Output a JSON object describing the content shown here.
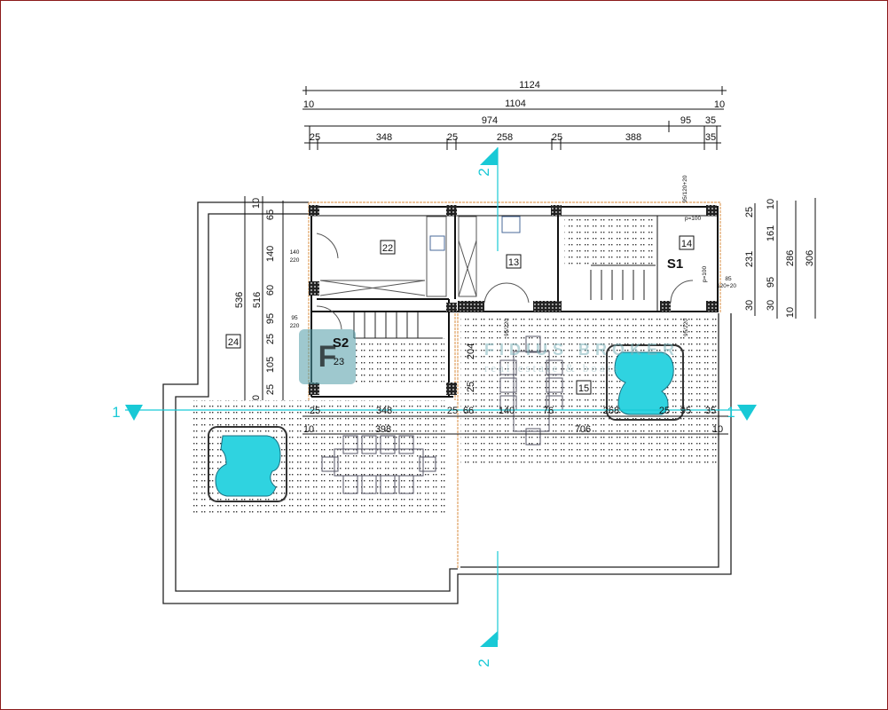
{
  "colors": {
    "frame": "#8b1a1a",
    "section_line": "#19c9d6",
    "pool": "#2fd3e0",
    "outline": "#e0a060",
    "wall": "#111111"
  },
  "dimensions": {
    "top": [
      "1124",
      "10",
      "1104",
      "10",
      "974",
      "95",
      "35",
      "25",
      "348",
      "25",
      "258",
      "25",
      "388",
      "35"
    ],
    "left": [
      "536",
      "516",
      "10",
      "65",
      "140",
      "60",
      "95",
      "25",
      "105",
      "25",
      "0"
    ],
    "right": [
      "25",
      "231",
      "30",
      "10",
      "161",
      "95",
      "30",
      "10",
      "286",
      "306"
    ],
    "bottom": [
      "25",
      "348",
      "25",
      "66",
      "140",
      "76",
      "268",
      "25",
      "95",
      "35",
      "10",
      "398",
      "706",
      "10"
    ],
    "inner": [
      "204",
      "25"
    ]
  },
  "door_labels": {
    "d1_w": "140",
    "d1_h": "220",
    "d2_w": "95",
    "d2_h": "220",
    "d3": "95/220",
    "d4": "95/220",
    "d5": "95/120+20",
    "d6_w": "85",
    "d6_h": "120+20",
    "p1": "p=100",
    "p2": "p=100"
  },
  "rooms": {
    "r22": "22",
    "r13": "13",
    "r14": "14",
    "s1": "S1",
    "s2": "S2",
    "r23": "23",
    "r24": "24",
    "r15": "15"
  },
  "sections": {
    "s1_left": "1",
    "s1_right": "1",
    "s2_top": "2",
    "s2_bottom": "2"
  },
  "watermark": {
    "brand": "FIDIUS BROKER",
    "tagline": "real estate & boats"
  }
}
